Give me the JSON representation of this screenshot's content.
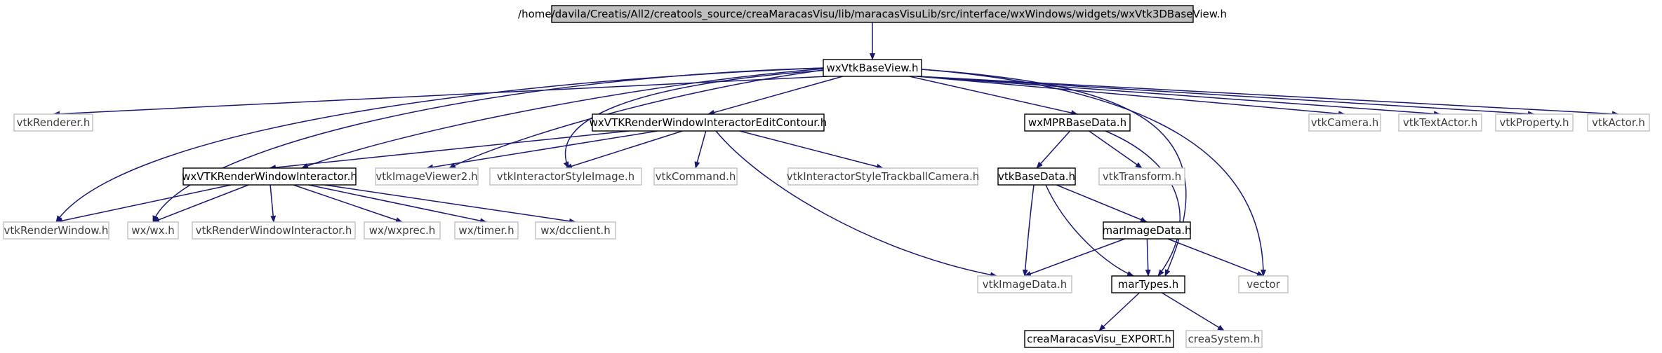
{
  "colors": {
    "edge": "#191970",
    "node_border": "#000000",
    "node_border_external": "#c0c0c0",
    "root_fill": "#bfbfbf",
    "node_fill": "#ffffff",
    "text": "#000000",
    "text_external": "#3c3c3c"
  },
  "nodes": [
    {
      "id": "root",
      "label": "/home/davila/Creatis/All2/creatools_source/creaMaracasVisu/lib/maracasVisuLib/src/interface/wxWindows/widgets/wxVtk3DBaseView.h",
      "kind": "root"
    },
    {
      "id": "wxVtkBaseView",
      "label": "wxVtkBaseView.h",
      "kind": "internal"
    },
    {
      "id": "vtkRenderer",
      "label": "vtkRenderer.h",
      "kind": "external"
    },
    {
      "id": "editContour",
      "label": "wxVTKRenderWindowInteractorEditContour.h",
      "kind": "internal"
    },
    {
      "id": "wxMPRBaseData",
      "label": "wxMPRBaseData.h",
      "kind": "internal"
    },
    {
      "id": "vtkCamera",
      "label": "vtkCamera.h",
      "kind": "external"
    },
    {
      "id": "vtkTextActor",
      "label": "vtkTextActor.h",
      "kind": "external"
    },
    {
      "id": "vtkProperty",
      "label": "vtkProperty.h",
      "kind": "external"
    },
    {
      "id": "vtkActor",
      "label": "vtkActor.h",
      "kind": "external"
    },
    {
      "id": "wxRWI",
      "label": "wxVTKRenderWindowInteractor.h",
      "kind": "internal"
    },
    {
      "id": "vtkImageViewer2",
      "label": "vtkImageViewer2.h",
      "kind": "external"
    },
    {
      "id": "vtkISImage",
      "label": "vtkInteractorStyleImage.h",
      "kind": "external"
    },
    {
      "id": "vtkCommand",
      "label": "vtkCommand.h",
      "kind": "external"
    },
    {
      "id": "vtkISTrackball",
      "label": "vtkInteractorStyleTrackballCamera.h",
      "kind": "external"
    },
    {
      "id": "vtkBaseData",
      "label": "vtkBaseData.h",
      "kind": "internal"
    },
    {
      "id": "vtkTransform",
      "label": "vtkTransform.h",
      "kind": "external"
    },
    {
      "id": "vtkRenderWindow",
      "label": "vtkRenderWindow.h",
      "kind": "external"
    },
    {
      "id": "wxwx",
      "label": "wx/wx.h",
      "kind": "external"
    },
    {
      "id": "vtkRWI",
      "label": "vtkRenderWindowInteractor.h",
      "kind": "external"
    },
    {
      "id": "wxprec",
      "label": "wx/wxprec.h",
      "kind": "external"
    },
    {
      "id": "wxtimer",
      "label": "wx/timer.h",
      "kind": "external"
    },
    {
      "id": "dcclient",
      "label": "wx/dcclient.h",
      "kind": "external"
    },
    {
      "id": "marImageData",
      "label": "marImageData.h",
      "kind": "internal"
    },
    {
      "id": "vtkImageData",
      "label": "vtkImageData.h",
      "kind": "external"
    },
    {
      "id": "marTypes",
      "label": "marTypes.h",
      "kind": "internal"
    },
    {
      "id": "vector",
      "label": "vector",
      "kind": "external"
    },
    {
      "id": "creaExport",
      "label": "creaMaracasVisu_EXPORT.h",
      "kind": "internal"
    },
    {
      "id": "creaSystem",
      "label": "creaSystem.h",
      "kind": "external"
    }
  ],
  "edges": [
    [
      "root",
      "wxVtkBaseView"
    ],
    [
      "wxVtkBaseView",
      "vtkRenderer"
    ],
    [
      "wxVtkBaseView",
      "editContour"
    ],
    [
      "wxVtkBaseView",
      "wxMPRBaseData"
    ],
    [
      "wxVtkBaseView",
      "vtkCamera"
    ],
    [
      "wxVtkBaseView",
      "vtkTextActor"
    ],
    [
      "wxVtkBaseView",
      "vtkProperty"
    ],
    [
      "wxVtkBaseView",
      "vtkActor"
    ],
    [
      "wxVtkBaseView",
      "wxRWI"
    ],
    [
      "wxVtkBaseView",
      "vtkImageViewer2"
    ],
    [
      "wxVtkBaseView",
      "vtkISImage"
    ],
    [
      "wxVtkBaseView",
      "vtkRenderWindow"
    ],
    [
      "wxVtkBaseView",
      "wxwx"
    ],
    [
      "wxVtkBaseView",
      "marTypes"
    ],
    [
      "wxVtkBaseView",
      "vector"
    ],
    [
      "editContour",
      "wxRWI"
    ],
    [
      "editContour",
      "vtkImageViewer2"
    ],
    [
      "editContour",
      "vtkISImage"
    ],
    [
      "editContour",
      "vtkCommand"
    ],
    [
      "editContour",
      "vtkISTrackball"
    ],
    [
      "editContour",
      "vtkImageData"
    ],
    [
      "wxMPRBaseData",
      "vtkBaseData"
    ],
    [
      "wxMPRBaseData",
      "vtkTransform"
    ],
    [
      "wxMPRBaseData",
      "marTypes"
    ],
    [
      "wxRWI",
      "vtkRenderWindow"
    ],
    [
      "wxRWI",
      "wxwx"
    ],
    [
      "wxRWI",
      "vtkRWI"
    ],
    [
      "wxRWI",
      "wxprec"
    ],
    [
      "wxRWI",
      "wxtimer"
    ],
    [
      "wxRWI",
      "dcclient"
    ],
    [
      "vtkBaseData",
      "marImageData"
    ],
    [
      "vtkBaseData",
      "vtkImageData"
    ],
    [
      "vtkBaseData",
      "marTypes"
    ],
    [
      "marImageData",
      "vtkImageData"
    ],
    [
      "marImageData",
      "marTypes"
    ],
    [
      "marImageData",
      "vector"
    ],
    [
      "marTypes",
      "creaExport"
    ],
    [
      "marTypes",
      "creaSystem"
    ]
  ]
}
